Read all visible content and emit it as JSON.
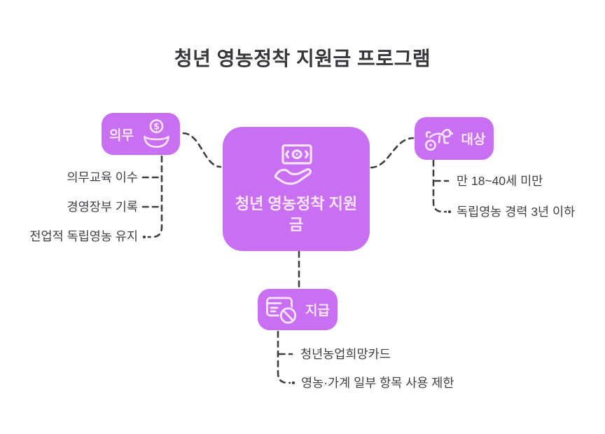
{
  "title": "청년 영농정착 지원금 프로그램",
  "colors": {
    "accent_purple": "#c86ff2",
    "node_label": "#fbe6ff",
    "connector": "#3d3d42",
    "body_text": "#3f3f46",
    "title_text": "#36363b",
    "background": "#ffffff"
  },
  "center": {
    "label": "청년 영농정착 지원금",
    "icon": "money-in-hand-icon"
  },
  "branches": {
    "obligation": {
      "label": "의무",
      "icon": "coin-bowl-icon",
      "items": [
        "의무교육 이수",
        "경영장부 기록",
        "전업적 독립영농 유지"
      ]
    },
    "target": {
      "label": "대상",
      "icon": "dog-icon",
      "items": [
        "만 18~40세 미만",
        "독립영농 경력 3년 이하"
      ]
    },
    "payment": {
      "label": "지급",
      "icon": "card-restricted-icon",
      "items": [
        "청년농업희망카드",
        "영농·가계 일부 항목 사용 제한"
      ]
    }
  }
}
